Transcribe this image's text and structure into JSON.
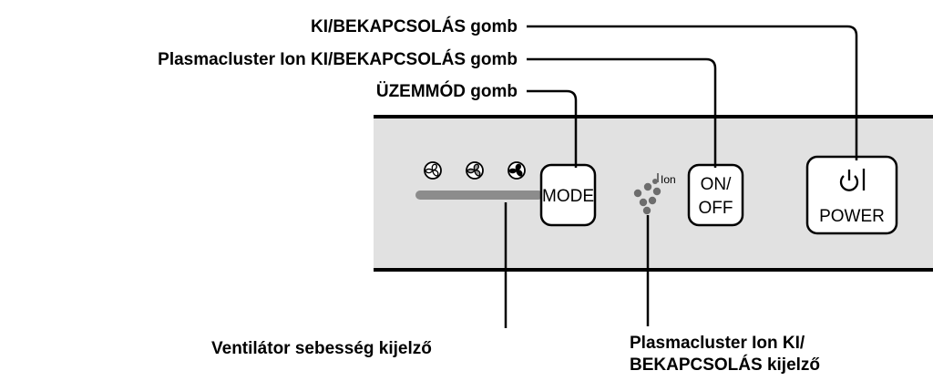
{
  "callouts": {
    "power_button": "KI/BEKAPCSOLÁS gomb",
    "ion_button": "Plasmacluster Ion KI/BEKAPCSOLÁS gomb",
    "mode_button": "ÜZEMMÓD gomb",
    "fan_speed_indicator": "Ventilátor sebesség kijelző",
    "ion_indicator_line1": "Plasmacluster Ion KI/",
    "ion_indicator_line2": "BEKAPCSOLÁS kijelző"
  },
  "panel": {
    "mode_label": "MODE",
    "onoff_line1": "ON/",
    "onoff_line2": "OFF",
    "power_label": "POWER",
    "ion_label": "Ion",
    "power_symbol": "⏻|"
  },
  "colors": {
    "panel_fill": "#e1e1e1",
    "panel_border": "#000000",
    "fan_bar": "#8c8c8c",
    "ink": "#000000"
  },
  "icons": [
    "fan-low-icon",
    "fan-medium-icon",
    "fan-high-icon",
    "plasmacluster-ion-icon",
    "power-symbol-icon"
  ]
}
